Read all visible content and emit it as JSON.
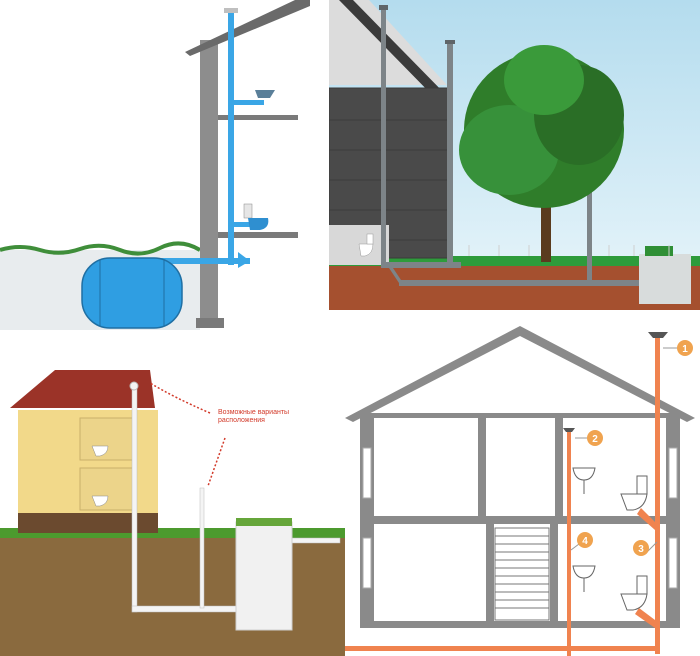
{
  "panel3": {
    "caption_line1": "Возможные варианты",
    "caption_line2": "расположения"
  },
  "panel4": {
    "markers": [
      "1",
      "2",
      "3",
      "4"
    ]
  },
  "colors": {
    "blue_pipe": "#3aa6e6",
    "orange_pipe": "#f0834f",
    "gray_pipe": "#7d8488",
    "roof_red": "#a23a2a",
    "soil_brown": "#8a6a3e",
    "sky": "#bfe3f2"
  }
}
